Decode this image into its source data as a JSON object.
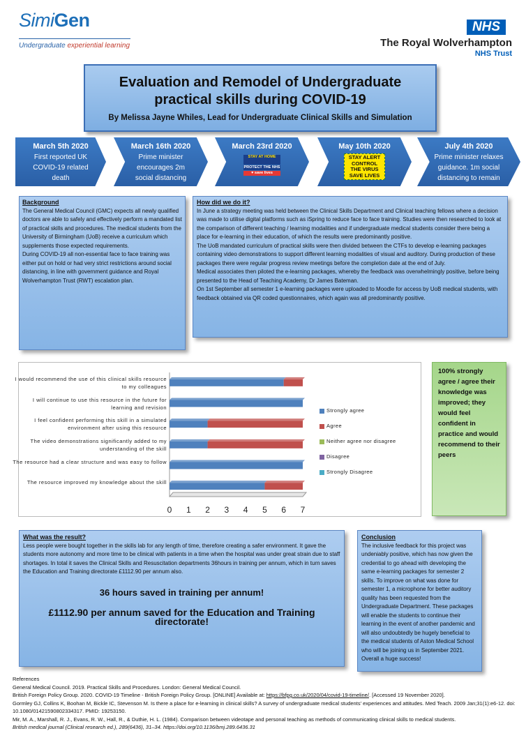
{
  "header": {
    "logo_simi": "Simi",
    "logo_gen": "Gen",
    "logo_tag_a": "Undergraduate",
    "logo_tag_b": "experiential learning",
    "nhs_badge": "NHS",
    "trust_name": "The Royal Wolverhampton",
    "trust_sub": "NHS Trust"
  },
  "title": {
    "line1": "Evaluation and Remodel of Undergraduate",
    "line2": "practical skills during COVID-19",
    "byline": "By Melissa Jayne Whiles, Lead for Undergraduate Clinical Skills and Simulation"
  },
  "timeline": [
    {
      "date": "March 5th 2020",
      "text": "First reported UK COVID-19 related death"
    },
    {
      "date": "March 16th 2020",
      "text": "Prime minister encourages 2m social distancing"
    },
    {
      "date": "March 23rd 2020",
      "sign_stay": "STAY AT HOME",
      "sign_protect": "PROTECT THE NHS",
      "sign_save": "save lives"
    },
    {
      "date": "May 10th 2020",
      "sign_l1": "STAY ALERT",
      "sign_l2": "CONTROL",
      "sign_l3": "THE VIRUS",
      "sign_l4": "SAVE LIVES"
    },
    {
      "date": "July 4th 2020",
      "text": "Prime minister relaxes guidance. 1m social distancing to remain"
    }
  ],
  "background": {
    "heading": "Background",
    "p1": "The General Medical Council (GMC) expects all newly qualified doctors are able to safely and effectively perform a mandated list of practical skills and procedures. The medical students from the University of Birmingham (UoB) receive a curriculum which supplements those expected requirements.",
    "p2": "During COVID-19 all non-essential face to face training was either put on hold or had very strict restrictions around social distancing, in line with government guidance and Royal Wolverhampton Trust (RWT) escalation plan."
  },
  "how": {
    "heading": "How did we do it?",
    "p1": "In June a strategy meeting was held between the Clinical Skills Department and Clinical teaching fellows where a decision was made to utilise digital platforms such as iSpring to reduce face to face training. Studies were then researched to look at the comparison of different teaching / learning modalities and if undergraduate medical students consider there being a place for e-learning in their education, of which the results were predominantly positive.",
    "p2": "The UoB mandated curriculum of practical skills were then divided between the CTFs to develop e-learning packages containing video demonstrations to support different learning modalities of visual and auditory. During production of these packages there were regular progress review meetings before the completion date at the end of July.",
    "p3": "Medical associates then piloted the e-learning packages, whereby the feedback was overwhelmingly positive, before being presented to the Head of Teaching Academy, Dr James Bateman.",
    "p4": "On 1st September all semester 1 e-learning packages were uploaded to Moodle for access by UoB medical students, with feedback obtained via QR coded questionnaires, which again was all predominantly positive."
  },
  "chart_data": {
    "type": "bar",
    "orientation": "horizontal",
    "stacked": true,
    "categories": [
      "I would recommend the use of this clinical skills resource to my colleagues",
      "I will continue to use this resource in the future for learning and revision",
      "I feel confident performing this skill in a simulated environment after using this resource",
      "The video demonstrations significantly added to my understanding of the skill",
      "The resource had a clear structure and was easy to follow",
      "The resource improved my knowledge about the skill"
    ],
    "series": [
      {
        "name": "Strongly agree",
        "color": "#4f81bd",
        "values": [
          6,
          7,
          2,
          2,
          7,
          5
        ]
      },
      {
        "name": "Agree",
        "color": "#c0504d",
        "values": [
          1,
          0,
          5,
          5,
          0,
          2
        ]
      },
      {
        "name": "Neither agree nor disagree",
        "color": "#9bbb59",
        "values": [
          0,
          0,
          0,
          0,
          0,
          0
        ]
      },
      {
        "name": "Disagree",
        "color": "#8064a2",
        "values": [
          0,
          0,
          0,
          0,
          0,
          0
        ]
      },
      {
        "name": "Strongly Disagree",
        "color": "#4bacc6",
        "values": [
          0,
          0,
          0,
          0,
          0,
          0
        ]
      }
    ],
    "xlim": [
      0,
      7
    ],
    "xticks": [
      "0",
      "1",
      "2",
      "3",
      "4",
      "5",
      "6",
      "7"
    ],
    "legend_position": "right"
  },
  "summary_box": "100% strongly agree / agree their knowledge was improved; they would feel confident in practice and would recommend to their peers",
  "result": {
    "heading": "What was the result?",
    "text": "Less people were bought together in the skills lab for any length of time, therefore creating a safer environment. It gave the students more autonomy and more time to be clinical with patients in a time when the hospital was under great strain due to staff shortages. In total it saves the Clinical Skills and Resuscitation departments 36hours in training per annum, which in turn saves the Education and Training directorate £1112.90 per annum also.",
    "big1": "36 hours saved in training per annum!",
    "big2": "£1112.90 per annum saved for the Education and Training directorate!"
  },
  "conclusion": {
    "heading": "Conclusion",
    "text": "The inclusive feedback for this project was undeniably positive, which has now given the credential to go ahead with developing the same e-learning packages for semester 2 skills. To improve on what was done for semester 1, a microphone for better auditory quality has been requested from the Undergraduate Department. These packages will enable the students to continue their learning in the event of another pandemic and will also undoubtedly be hugely beneficial to the medical students of Aston Medical School who will be joining us in September 2021. Overall a huge success!"
  },
  "references": {
    "heading": "References",
    "r1": "General Medical Council. 2019. Practical Skills and Procedures. London: General Medical Council.",
    "r2a": "British Foreign Policy Group. 2020. COVID-19 Timeline - British Foreign Policy Group. [ONLINE] Available at: ",
    "r2link": "https://bfpg.co.uk/2020/04/covid-19-timeline/",
    "r2b": ". [Accessed 19 November 2020].",
    "r3": "Gormley GJ, Collins K, Boohan M, Bickle IC, Stevenson M. Is there a place for e-learning in clinical skills? A survey of undergraduate medical students' experiences and attitudes. Med Teach. 2009 Jan;31(1):e6-12. doi: 10.1080/01421590802334317. PMID: 19253150.",
    "r4a": "Mir, M. A., Marshall, R. J., Evans, R. W., Hall, R., & Duthie, H. L. (1984). Comparison between videotape and personal teaching as methods of communicating clinical skills to medical students.",
    "r4b": "British medical journal (Clinical research ed.), 289(6436), 31–34. https://doi.org/10.1136/bmj.289.6436.31"
  }
}
